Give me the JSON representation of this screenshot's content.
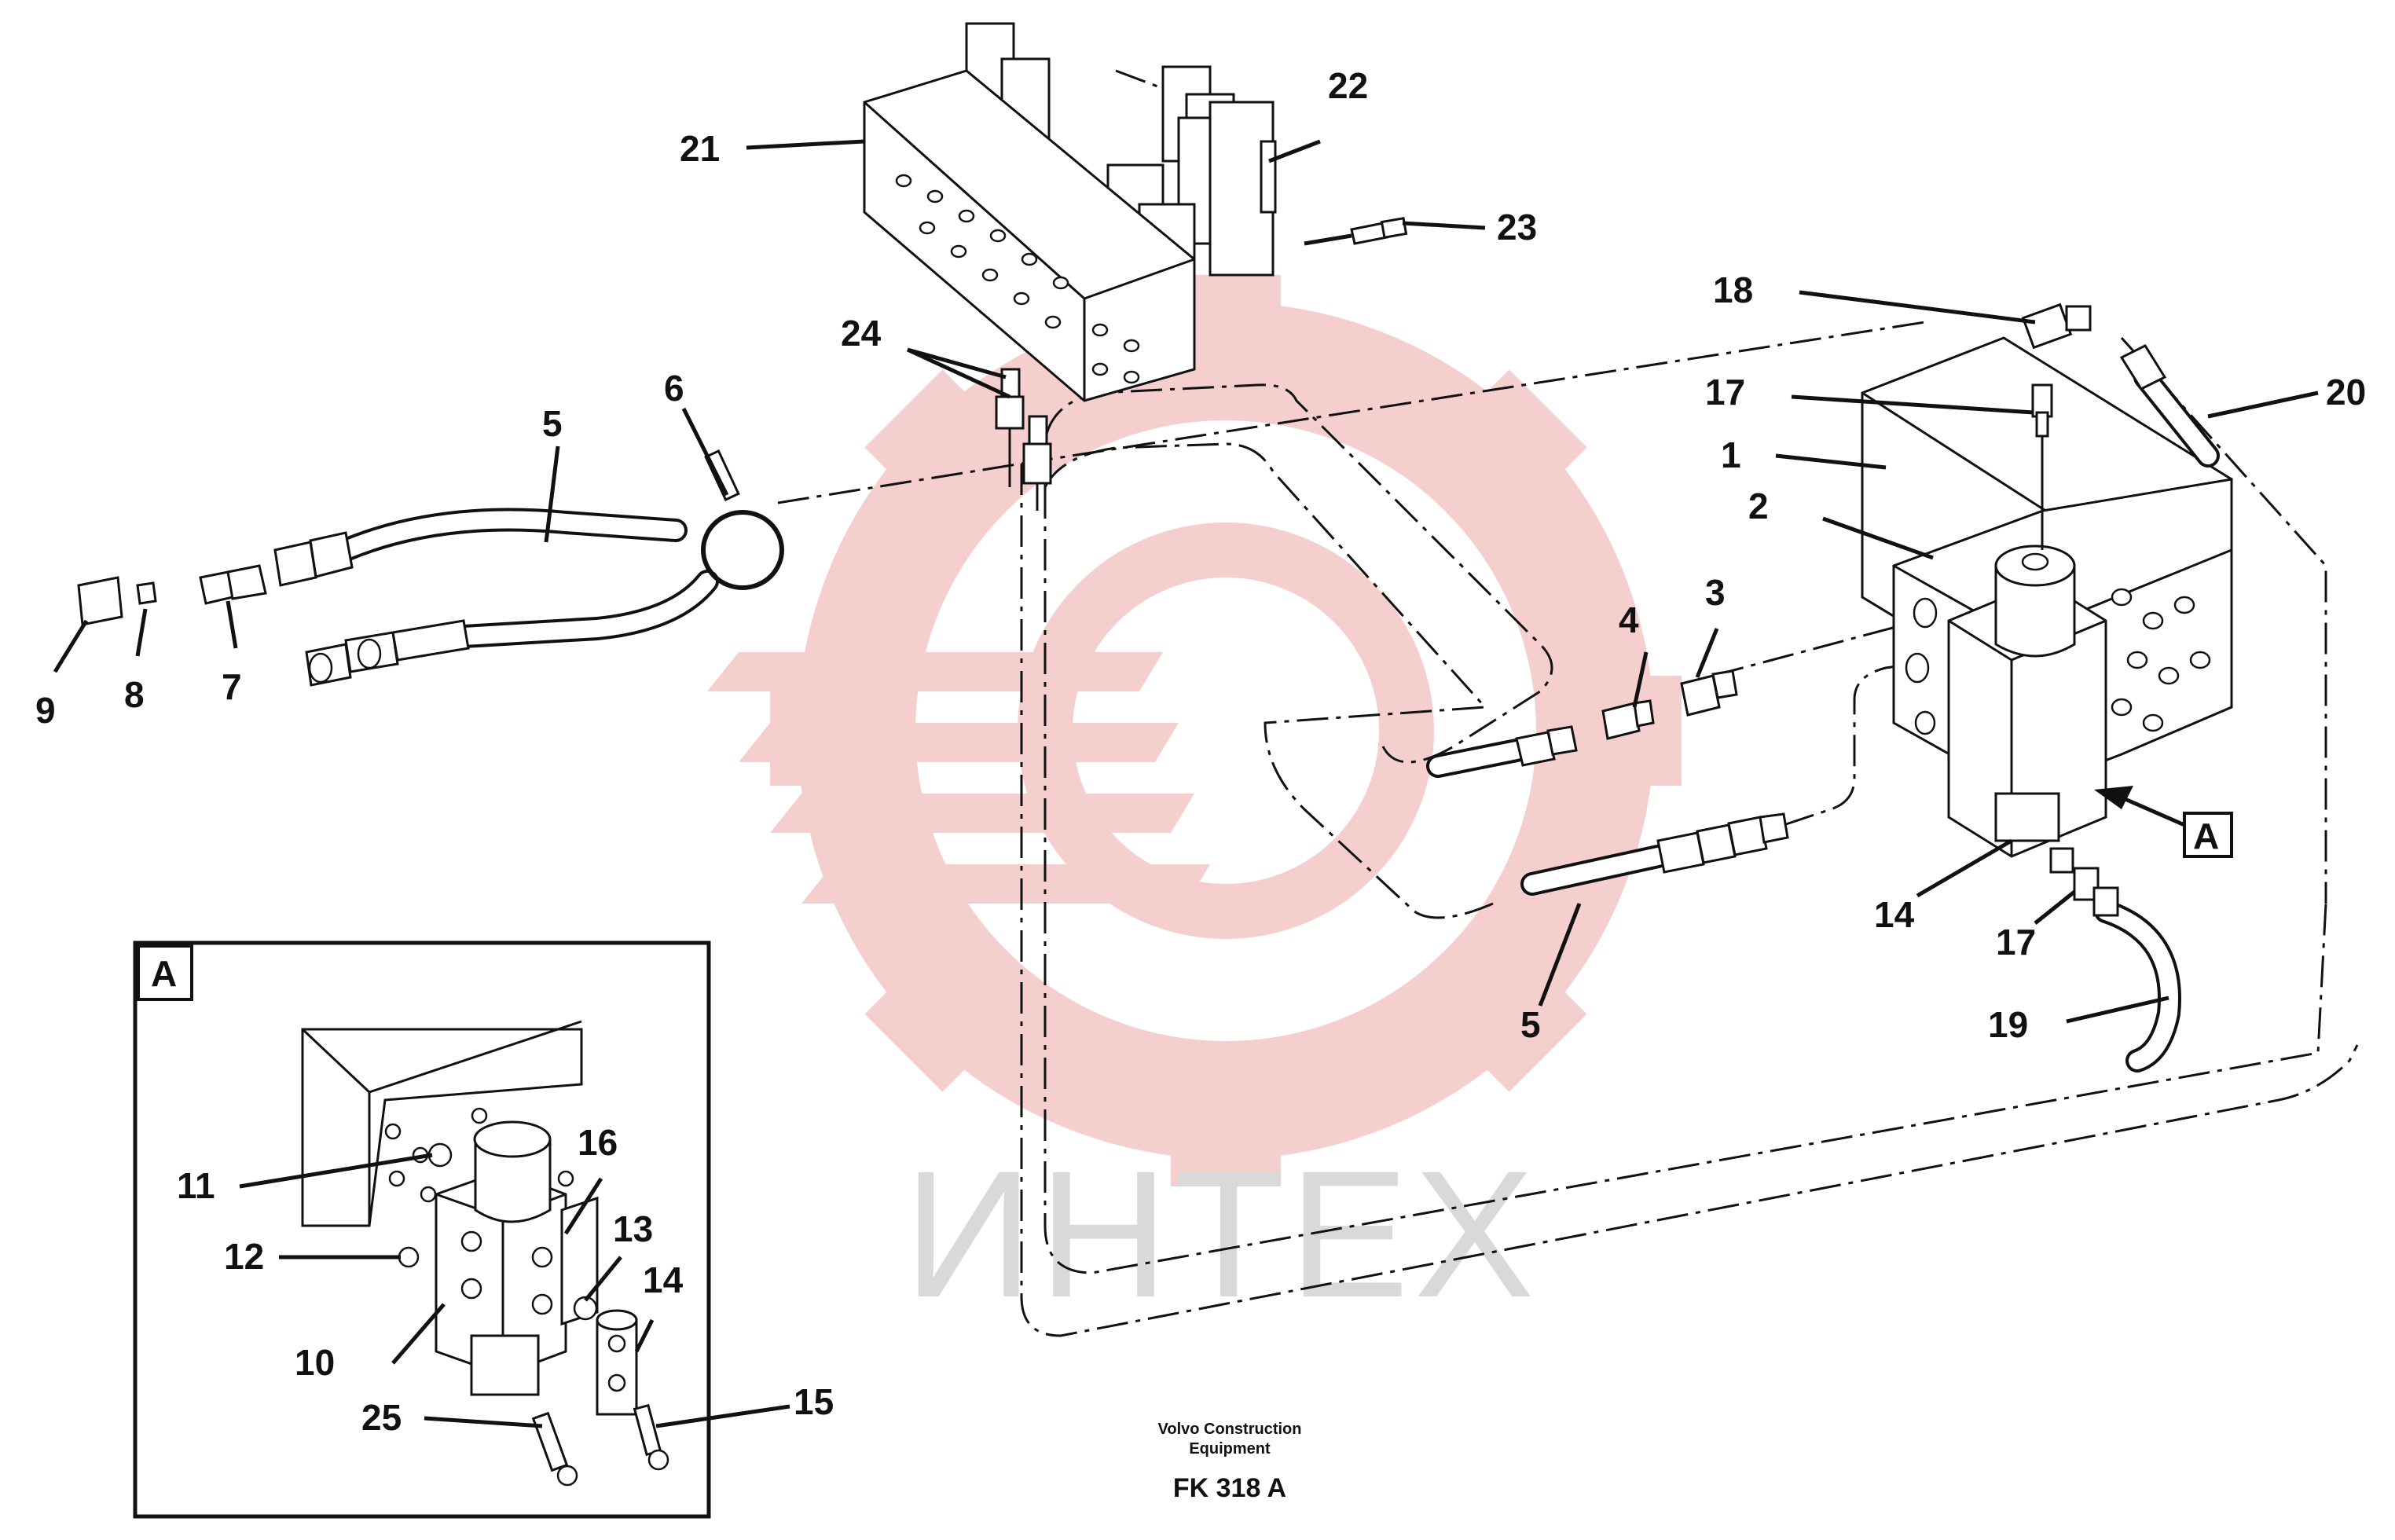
{
  "watermark": {
    "text": "ИНТЕХ",
    "logo_color": "#f4c6c6",
    "text_color": "#d9d9d9",
    "logo_icon": "gear-logo-icon"
  },
  "colors": {
    "ink": "#111111",
    "background": "#ffffff"
  },
  "labels": {
    "l1": "1",
    "l2": "2",
    "l3": "3",
    "l4": "4",
    "l5a": "5",
    "l5b": "5",
    "l6": "6",
    "l7": "7",
    "l8": "8",
    "l9": "9",
    "l14": "14",
    "l17a": "17",
    "l17b": "17",
    "l18": "18",
    "l19": "19",
    "l20": "20",
    "l21": "21",
    "l22": "22",
    "l23": "23",
    "l24": "24",
    "viewA": "A"
  },
  "detail": {
    "title": "A",
    "labels": {
      "l10": "10",
      "l11": "11",
      "l12": "12",
      "l13": "13",
      "l14": "14",
      "l15": "15",
      "l16": "16",
      "l25": "25"
    }
  },
  "caption": {
    "company_line1": "Volvo Construction",
    "company_line2": "Equipment",
    "figure_code": "FK 318 A"
  }
}
